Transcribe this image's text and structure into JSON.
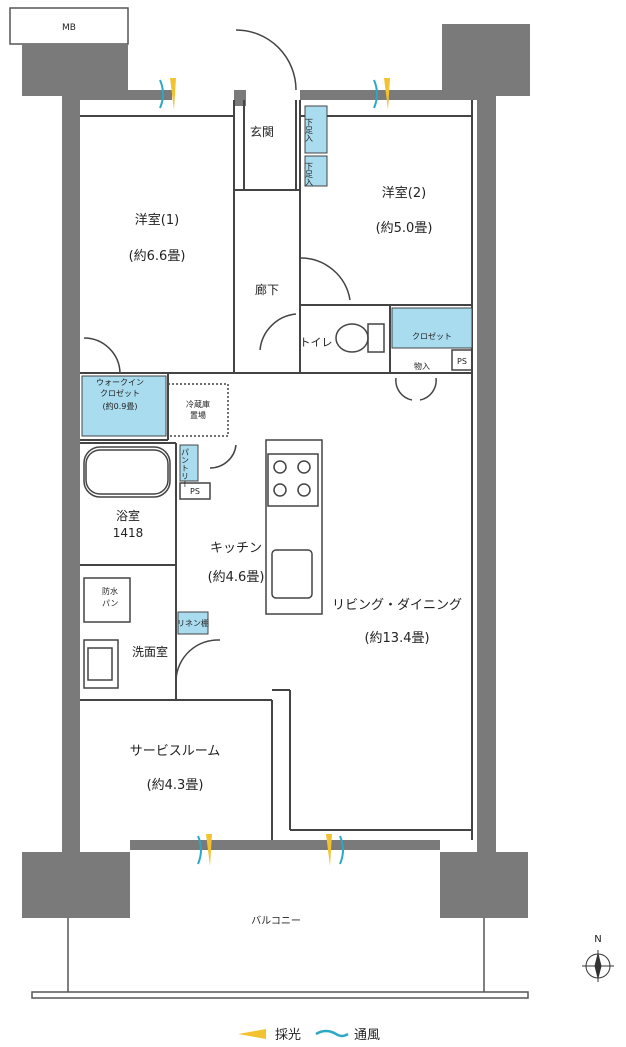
{
  "rooms": {
    "mb": "MB",
    "genkan": "玄関",
    "shoe1": "下足入",
    "shoe2": "下足入",
    "western2_name": "洋室(2)",
    "western2_size": "(約5.0畳)",
    "western1_name": "洋室(1)",
    "western1_size": "(約6.6畳)",
    "hallway": "廊下",
    "toilet": "トイレ",
    "closet": "クロゼット",
    "storage": "物入",
    "ps1": "PS",
    "walkin_line1": "ウォークイン",
    "walkin_line2": "クロゼット",
    "walkin_size": "(約0.9畳)",
    "fridge_line1": "冷蔵庫",
    "fridge_line2": "置場",
    "pantry": "パントリー",
    "ps2": "PS",
    "bath_name": "浴室",
    "bath_size": "1418",
    "kitchen_name": "キッチン",
    "kitchen_size": "(約4.6畳)",
    "living_name": "リビング・ダイニング",
    "living_size": "(約13.4畳)",
    "waterpan_line1": "防水",
    "waterpan_line2": "パン",
    "linen": "リネン棚",
    "washroom": "洗面室",
    "service_name": "サービスルーム",
    "service_size": "(約4.3畳)",
    "balcony": "バルコニー"
  },
  "compass": {
    "label": "N"
  },
  "legend": {
    "light": "採光",
    "wind": "通風"
  },
  "colors": {
    "wall": "#7a7a7a",
    "storage_fill": "#a9dcef",
    "light": "#f2c230",
    "wind": "#2aa8c4"
  }
}
